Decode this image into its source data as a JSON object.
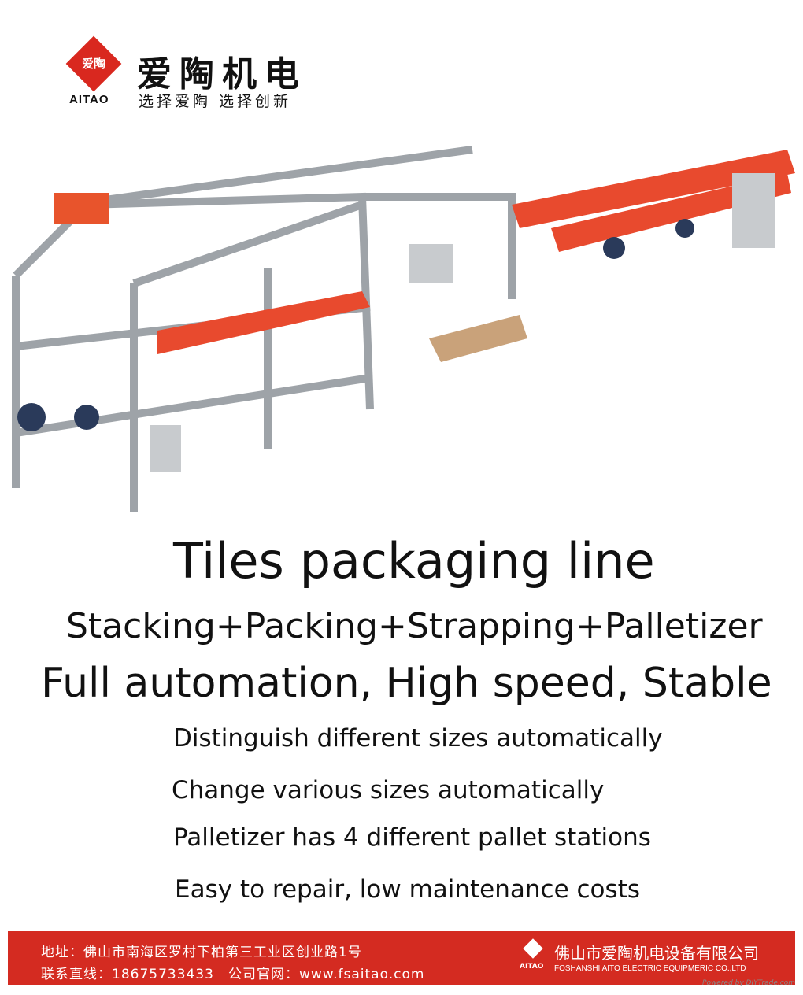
{
  "logo": {
    "badge": "爱陶",
    "brand_en": "AITAO",
    "brand_cn": "爱陶机电",
    "slogan": "选择爱陶 选择创新"
  },
  "headline": {
    "title": "Tiles packaging line",
    "subtitle": "Stacking+Packing+Strapping+Palletizer",
    "tagline": "Full automation, High speed, Stable"
  },
  "features": [
    "Distinguish different sizes automatically",
    "Change various sizes automatically",
    "Palletizer has 4 different pallet stations",
    "Easy to repair, low maintenance costs"
  ],
  "footer": {
    "address": "地址：佛山市南海区罗村下柏第三工业区创业路1号",
    "contact": "联系直线：18675733433　公司官网：www.fsaitao.com",
    "company_cn": "佛山市爱陶机电设备有限公司",
    "company_en": "FOSHANSHI AITO ELECTRIC EQUIPMERIC CO.,LTD",
    "badge": "AITAO"
  },
  "watermark": "Powered by DIYTrade.com",
  "colors": {
    "brand_red": "#d42b21",
    "conveyor_red": "#e84a2e",
    "frame_gray": "#b8bcc0"
  }
}
